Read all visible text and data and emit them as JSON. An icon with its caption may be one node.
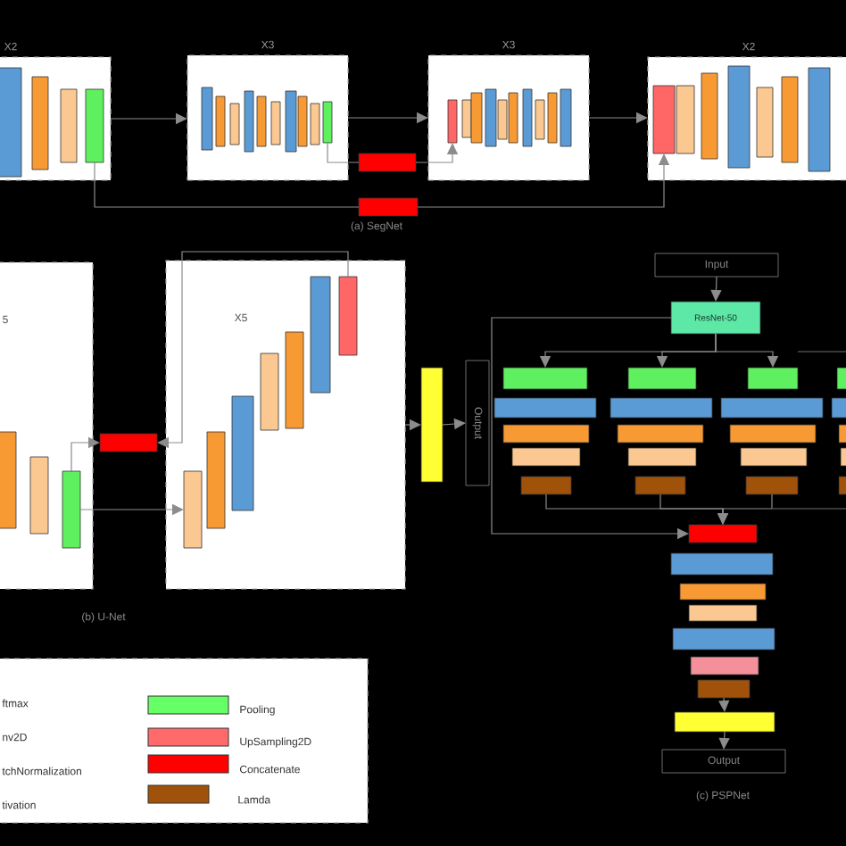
{
  "diagram": {
    "nodes": [
      {
        "text": [
          "X2"
        ]
      },
      {
        "text": [],
        "shape": "bar",
        "in": 0
      },
      {
        "text": [
          "X3"
        ]
      },
      {
        "text": [],
        "shape": "bar",
        "in": 2
      },
      {
        "text": [
          "X3"
        ]
      },
      {
        "text": [],
        "shape": "bar",
        "in": 4
      },
      {
        "text": [
          "X2"
        ]
      },
      {
        "text": [],
        "shape": "bar",
        "in": 6
      },
      {
        "text": [],
        "shape": "bar"
      },
      {
        "text": [],
        "shape": "bar"
      },
      {
        "text": [
          "5"
        ]
      },
      {
        "text": [],
        "shape": "bar",
        "in": 10
      },
      {
        "text": [],
        "shape": "bar"
      },
      {
        "text": [
          "X5"
        ]
      },
      {
        "text": [],
        "shape": "bar",
        "in": 13
      },
      {
        "text": [],
        "shape": "bar",
        "in": 13
      },
      {
        "text": [],
        "shape": "bar"
      },
      {
        "text": [
          "Output"
        ]
      },
      {
        "text": [
          "Input"
        ]
      },
      {
        "text": [
          "ResNet-50"
        ]
      },
      {
        "text": [],
        "shape": "bar"
      },
      {
        "text": [],
        "shape": "bar"
      },
      {
        "text": [],
        "shape": "bar"
      },
      {
        "text": [],
        "shape": "bar"
      },
      {
        "text": [],
        "shape": "bar"
      },
      {
        "text": [],
        "shape": "bar"
      },
      {
        "text": [],
        "shape": "bar"
      },
      {
        "text": [],
        "shape": "bar"
      },
      {
        "text": [],
        "shape": "bar"
      },
      {
        "text": [
          "Output"
        ]
      }
    ],
    "edges": [
      {
        "from": 0,
        "to": 2,
        "arrow": "to"
      },
      {
        "from": 2,
        "to": 4,
        "arrow": "to"
      },
      {
        "from": 4,
        "to": 6,
        "arrow": "to"
      },
      {
        "from": 3,
        "to": 8,
        "arrow": "none"
      },
      {
        "from": 8,
        "to": 5,
        "arrow": "to"
      },
      {
        "from": 1,
        "to": 9,
        "arrow": "none"
      },
      {
        "from": 9,
        "to": 7,
        "arrow": "to"
      },
      {
        "from": 11,
        "to": 12,
        "arrow": "to"
      },
      {
        "from": 15,
        "to": 12,
        "arrow": "to"
      },
      {
        "from": 11,
        "to": 14,
        "arrow": "to"
      },
      {
        "from": 13,
        "to": 16,
        "arrow": "to"
      },
      {
        "from": 16,
        "to": 17,
        "arrow": "to"
      },
      {
        "from": 18,
        "to": 19,
        "arrow": "to"
      },
      {
        "from": 19,
        "to": 20,
        "arrow": "to"
      },
      {
        "from": 19,
        "to": 21,
        "arrow": "to"
      },
      {
        "from": 19,
        "to": 22,
        "arrow": "to"
      },
      {
        "from": 23,
        "to": 26,
        "arrow": "to"
      },
      {
        "from": 24,
        "to": 26,
        "arrow": "to"
      },
      {
        "from": 25,
        "to": 26,
        "arrow": "to"
      },
      {
        "from": 19,
        "to": 26,
        "arrow": "to"
      },
      {
        "from": 27,
        "to": 28,
        "arrow": "to"
      },
      {
        "from": 28,
        "to": 29,
        "arrow": "to"
      }
    ],
    "labels": [
      "(a) SegNet",
      "(b) U-Net",
      "(c) PSPNet"
    ],
    "legend": [
      {
        "text": "ftmax"
      },
      {
        "text": "nv2D"
      },
      {
        "text": "tchNormalization"
      },
      {
        "text": "tivation"
      },
      {
        "text": "Pooling",
        "color": "#66ff66"
      },
      {
        "text": "UpSampling2D",
        "color": "#ff6b6b"
      },
      {
        "text": "Concatenate",
        "color": "#ff0000"
      },
      {
        "text": "Lamda",
        "color": "#a0520a"
      }
    ]
  }
}
